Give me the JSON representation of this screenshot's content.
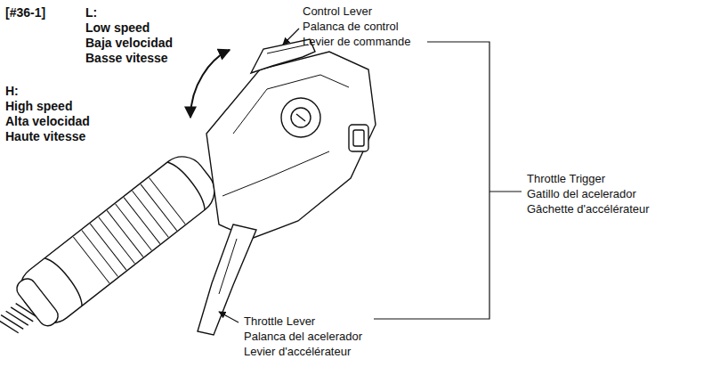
{
  "diagram": {
    "labels": [
      "[#36-1]",
      "L:",
      "Low speed",
      "Baja velocidad",
      "Basse vitesse",
      "H:",
      "High speed",
      "Alta velocidad",
      "Haute vitesse",
      "Control Lever",
      "Palanca de control",
      "Levier de commande",
      "Throttle Trigger",
      "Gatillo del acelerador",
      "Gâchette d'accélérateur",
      "Throttle Lever",
      "Palanca del acelerador",
      "Levier d'accélérateur"
    ]
  }
}
